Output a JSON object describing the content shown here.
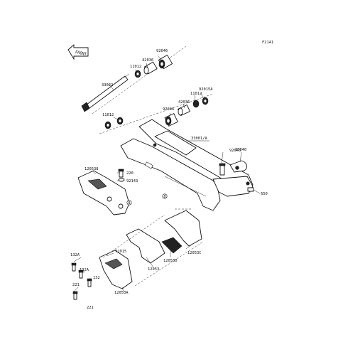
{
  "figure_code": "F2141",
  "front_label": "FRONT",
  "callouts": {
    "p92046_top": "92046",
    "p42036_top": "42036",
    "p11012_top": "11012",
    "p33032": "33032",
    "p92015A": "92015A",
    "p11012_mid": "11012",
    "p42036_mid": "42036",
    "p92046_mid": "92046",
    "p11012_left": "11012",
    "p33001A": "33001/A",
    "p92043": "92043",
    "p33040": "33040",
    "p120538": "120538",
    "p220": "220",
    "p92143": "92143",
    "p650": "650",
    "p132A": "132A",
    "p92015": "92015",
    "p132A_b": "132A",
    "p132": "132",
    "p221_a": "221",
    "p221_b": "221",
    "p12053": "12053",
    "p120530": "120530",
    "p12053C": "12053C",
    "p12053A": "12053A"
  }
}
